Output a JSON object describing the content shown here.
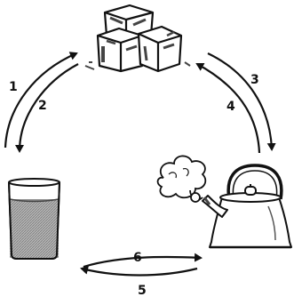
{
  "diagram": {
    "nodes": [
      {
        "id": "ice",
        "label": "ice-cubes"
      },
      {
        "id": "water",
        "label": "glass-of-water"
      },
      {
        "id": "kettle",
        "label": "steaming-kettle"
      }
    ],
    "arrows": [
      {
        "number": "1",
        "from": "water",
        "to": "ice"
      },
      {
        "number": "2",
        "from": "ice",
        "to": "water"
      },
      {
        "number": "3",
        "from": "ice",
        "to": "kettle"
      },
      {
        "number": "4",
        "from": "kettle",
        "to": "ice"
      },
      {
        "number": "5",
        "from": "kettle",
        "to": "water"
      },
      {
        "number": "6",
        "from": "water",
        "to": "kettle"
      }
    ],
    "colors": {
      "ink": "#111111",
      "water": "#9a9a9a",
      "ice_shade": "#444444"
    }
  }
}
